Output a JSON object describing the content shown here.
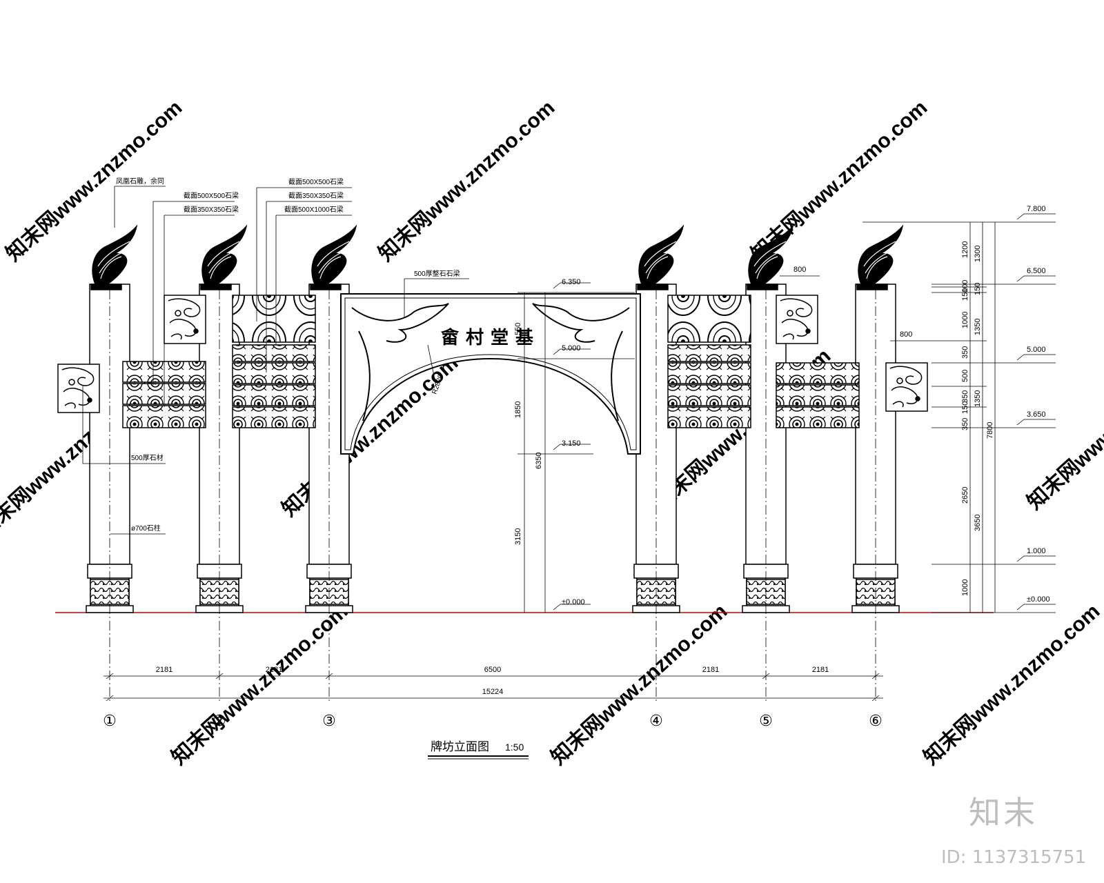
{
  "drawing": {
    "title": "牌坊立面图",
    "scale": "1:50",
    "plaque_text": "畲村堂基",
    "annotations": {
      "phoenix": "凤凰石雕，余同",
      "beam_500x500_left": "截面500X500石梁",
      "beam_350x350_left": "截面350X350石梁",
      "beam_500x500_mid": "截面500X500石梁",
      "beam_350x350_mid": "截面350X350石梁",
      "beam_500x1000_mid": "截面500X1000石梁",
      "arch_beam": "500厚整石石梁",
      "side_panel": "500厚石材",
      "column": "ø700石柱",
      "arch_radius": "R2820",
      "dim_800_top": "800",
      "dim_800_right": "800"
    },
    "elevations": [
      "7.800",
      "6.500",
      "5.000",
      "3.650",
      "1.000",
      "±0.000"
    ],
    "arch_elevations": [
      "6.350",
      "5.000",
      "3.150",
      "±0.000"
    ],
    "arch_dims": [
      "550",
      "1850",
      "3150",
      "6350"
    ],
    "right_dims_col1": [
      "1200",
      "100",
      "150",
      "1000",
      "350",
      "500",
      "350",
      "150",
      "350",
      "2650",
      "1000"
    ],
    "right_dims_col2": [
      "1300",
      "150",
      "1350",
      "1350",
      "3650"
    ],
    "right_dims_total": "7800",
    "bottom_dims": [
      "2181",
      "2181",
      "6500",
      "2181",
      "2181"
    ],
    "bottom_total": "15224",
    "axes": [
      "①",
      "②",
      "③",
      "④",
      "⑤",
      "⑥"
    ]
  },
  "watermark": {
    "site": "知末网www.znzmo.com",
    "logo": "知末",
    "id": "ID: 1137315751"
  }
}
